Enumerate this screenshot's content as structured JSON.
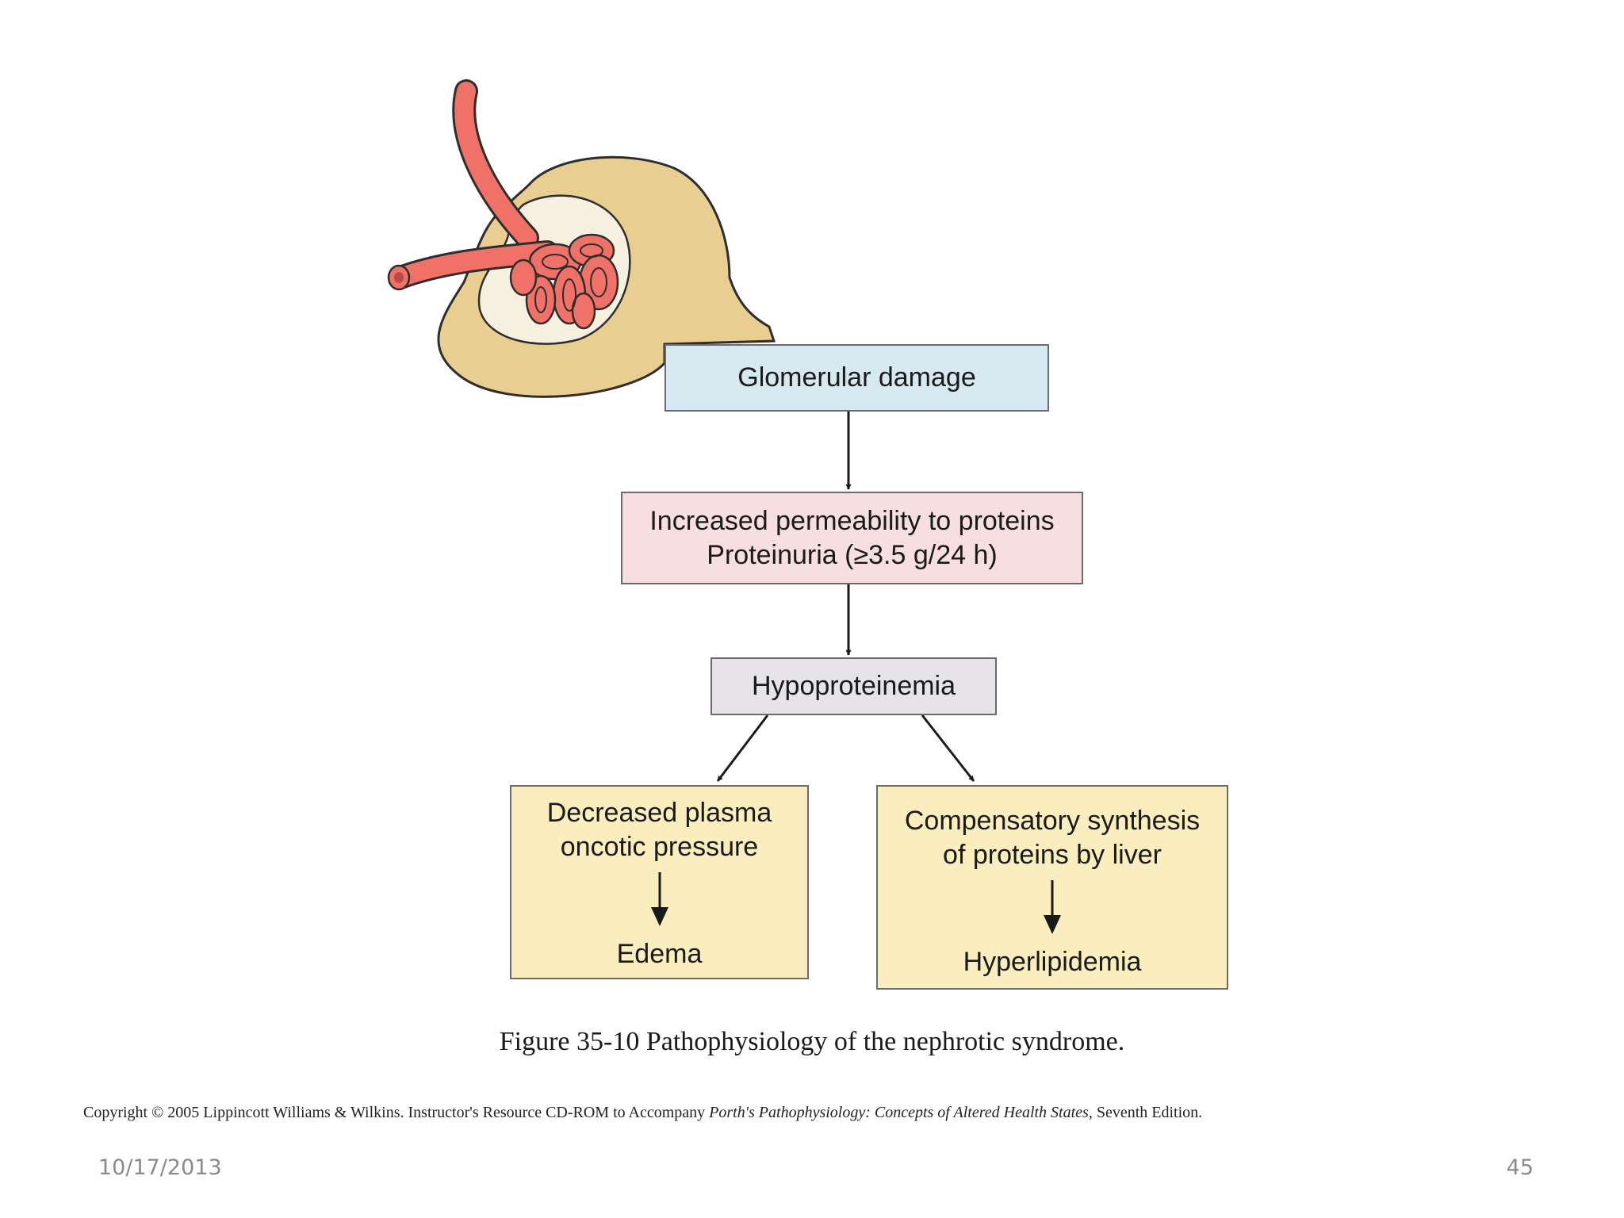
{
  "diagram": {
    "boxes": {
      "glomerular_damage": {
        "lines": [
          "Glomerular damage"
        ]
      },
      "increased_permeability": {
        "lines": [
          "Increased permeability to proteins",
          "Proteinuria (≥3.5 g/24 h)"
        ]
      },
      "hypoproteinemia": {
        "lines": [
          "Hypoproteinemia"
        ]
      },
      "decreased_plasma": {
        "lines": [
          "Decreased plasma",
          "oncotic pressure"
        ],
        "result": "Edema"
      },
      "compensatory_synthesis": {
        "lines": [
          "Compensatory synthesis",
          "of proteins by liver"
        ],
        "result": "Hyperlipidemia"
      }
    },
    "edges": [
      {
        "from": "glomerular_damage",
        "to": "increased_permeability"
      },
      {
        "from": "increased_permeability",
        "to": "hypoproteinemia"
      },
      {
        "from": "hypoproteinemia",
        "to": "decreased_plasma"
      },
      {
        "from": "hypoproteinemia",
        "to": "compensatory_synthesis"
      },
      {
        "from": "decreased_plasma",
        "to": "Edema"
      },
      {
        "from": "compensatory_synthesis",
        "to": "Hyperlipidemia"
      }
    ],
    "colors": {
      "glomerular_box": "#d6e9f1",
      "permeability_box": "#f7dee0",
      "hypoproteinemia_box": "#e6e4e8",
      "outcome_box": "#fbeebe",
      "vessel": "#f07168",
      "capsule": "#e8cf91"
    },
    "illustration": "glomerulus-illustration"
  },
  "caption": "Figure 35-10 Pathophysiology of the nephrotic syndrome.",
  "copyright": {
    "prefix": "Copyright © 2005 Lippincott Williams & Wilkins.  Instructor's Resource CD-ROM to Accompany ",
    "book_title": "Porth's Pathophysiology: Concepts of Altered Health States,",
    "suffix": " Seventh Edition."
  },
  "footer": {
    "date": "10/17/2013",
    "slide_number": "45"
  }
}
